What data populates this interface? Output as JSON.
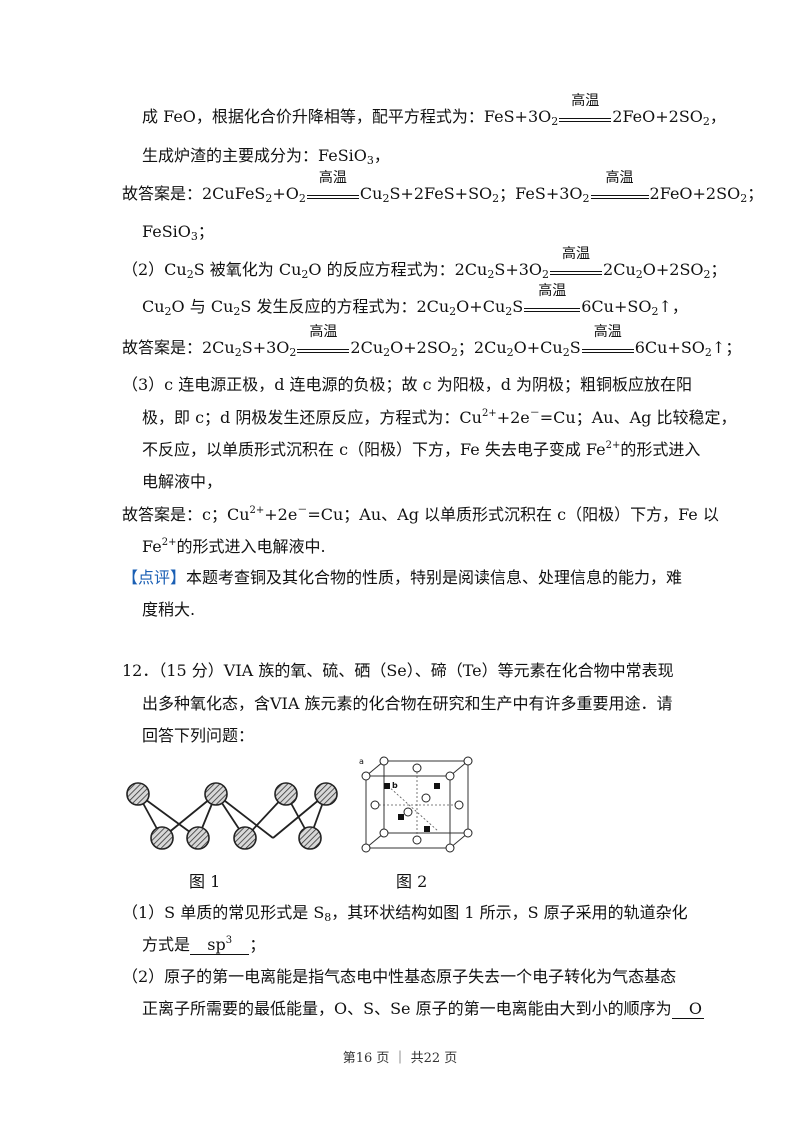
{
  "cond": "高温",
  "s1": {
    "a": "成 FeO，根据化合价升降相等，配平方程式为：FeS+3O",
    "b": "2FeO+2SO",
    "c": "，"
  },
  "s2": "生成炉渣的主要成分为：FeSiO",
  "s3": {
    "a": "故答案是：2CuFeS",
    "b": "+O",
    "c": "Cu",
    "d": "S+2FeS+SO",
    "e": "；FeS+3O",
    "f": "2FeO+2SO",
    "g": "；"
  },
  "s4": "FeSiO",
  "s5": {
    "a": "（2）Cu",
    "b": "S 被氧化为 Cu",
    "c": "O 的反应方程式为：2Cu",
    "d": "S+3O",
    "e": "2Cu",
    "f": "O+2SO",
    "g": "；"
  },
  "s6": {
    "a": "Cu",
    "b": "O 与 Cu",
    "c": "S 发生反应的方程式为：2Cu",
    "d": "O+Cu",
    "e": "S",
    "f": "6Cu+SO",
    "g": "↑，"
  },
  "s7": {
    "a": "故答案是：2Cu",
    "b": "S+3O",
    "c": "2Cu",
    "d": "O+2SO",
    "e": "；2Cu",
    "f": "O+Cu",
    "g": "S",
    "h": "6Cu+SO",
    "i": "↑；"
  },
  "s8": "（3）c 连电源正极，d 连电源的负极；故 c 为阳极，d 为阴极；粗铜板应放在阳",
  "s9": {
    "a": "极，即 c；d 阴极发生还原反应，方程式为：Cu",
    "sup1": "2+",
    "b": "+2e",
    "sup2": "－",
    "c": "=Cu；Au、Ag 比较稳定，"
  },
  "s10": {
    "a": "不反应，以单质形式沉积在 c（阳极）下方，Fe 失去电子变成 Fe",
    "sup": "2+",
    "b": "的形式进入"
  },
  "s11": "电解液中，",
  "s12": {
    "a": "故答案是：c；Cu",
    "sup1": "2+",
    "b": "+2e",
    "sup2": "－",
    "c": "=Cu；Au、Ag 以单质形式沉积在 c（阳极）下方，Fe 以"
  },
  "s13": {
    "a": "Fe",
    "sup": "2+",
    "b": "的形式进入电解液中."
  },
  "s14": {
    "tag": "【点评】",
    "text": "本题考查铜及其化合物的性质，特别是阅读信息、处理信息的能力，难"
  },
  "s15": "度稍大.",
  "q12a": "12．（15 分）VIA 族的氧、硫、硒（Se）、碲（Te）等元素在化合物中常表现",
  "q12b": "出多种氧化态，含VIA 族元素的化合物在研究和生产中有许多重要用途．请",
  "q12c": "回答下列问题：",
  "fig1": "图 1",
  "fig2": "图 2",
  "fig2_label_a": "a",
  "fig2_label_b": "b",
  "p1a": {
    "a": "（1）S 单质的常见形式是 S",
    "sub": "8",
    "b": "，其环状结构如图 1 所示，S 原子采用的轨道杂化"
  },
  "p1b": {
    "a": "方式是",
    "ans": "sp",
    "sup": "3",
    "b": "；"
  },
  "p2a": "（2）原子的第一电离能是指气态电中性基态原子失去一个电子转化为气态基态",
  "p2b": {
    "a": "正离子所需要的最低能量，O、S、Se 原子的第一电离能由大到小的顺序为",
    "ans": "O"
  },
  "sub2": "2",
  "sub3": "3",
  "footer": "第16 页 ｜ 共22 页"
}
